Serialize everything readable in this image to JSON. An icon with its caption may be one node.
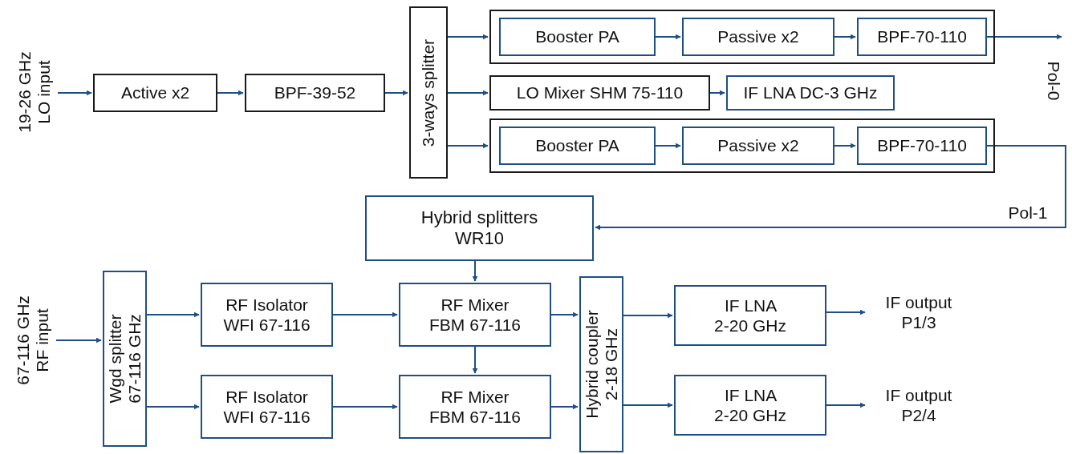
{
  "diagram": {
    "nodes": [
      {
        "text": [
          "19-26 GHz LO input"
        ]
      },
      {
        "text": [
          "Active x2"
        ]
      },
      {
        "text": [
          "BPF-39-52"
        ]
      },
      {
        "text": [
          "3-ways splitter"
        ]
      },
      {
        "text": [],
        "shape": "box"
      },
      {
        "text": [
          "Booster PA"
        ],
        "in": 4
      },
      {
        "text": [
          "Passive x2"
        ],
        "in": 4
      },
      {
        "text": [
          "BPF-70-110"
        ],
        "in": 4
      },
      {
        "text": [
          "LO Mixer SHM 75-110"
        ]
      },
      {
        "text": [
          "IF LNA DC-3 GHz"
        ]
      },
      {
        "text": [],
        "shape": "box"
      },
      {
        "text": [
          "Booster PA"
        ],
        "in": 10
      },
      {
        "text": [
          "Passive x2"
        ],
        "in": 10
      },
      {
        "text": [
          "BPF-70-110"
        ],
        "in": 10
      },
      {
        "text": [
          "Hybrid splitters WR10"
        ]
      },
      {
        "text": [
          "67-116 GHz RF input"
        ]
      },
      {
        "text": [
          "Wgd splitter 67-116 GHz"
        ]
      },
      {
        "text": [
          "RF Isolator WFI 67-116"
        ]
      },
      {
        "text": [
          "RF Isolator WFI 67-116"
        ]
      },
      {
        "text": [
          "RF Mixer FBM 67-116"
        ]
      },
      {
        "text": [
          "RF Mixer FBM 67-116"
        ]
      },
      {
        "text": [
          "Hybrid coupler 2-18 GHz"
        ]
      },
      {
        "text": [
          "IF LNA 2-20 GHz"
        ]
      },
      {
        "text": [
          "IF LNA 2-20 GHz"
        ]
      },
      {
        "text": [
          "IF output P1/3"
        ]
      },
      {
        "text": [
          "IF output P2/4"
        ]
      }
    ],
    "edges": [
      {
        "from": 0,
        "to": 1,
        "arrow": "to"
      },
      {
        "from": 1,
        "to": 2,
        "arrow": "to"
      },
      {
        "from": 2,
        "to": 3,
        "arrow": "to"
      },
      {
        "from": 3,
        "to": 4,
        "arrow": "to"
      },
      {
        "from": 5,
        "to": 6,
        "arrow": "to"
      },
      {
        "from": 6,
        "to": 7,
        "arrow": "to"
      },
      {
        "from": 7,
        "to": null,
        "arrow": "to",
        "label": "Pol-0"
      },
      {
        "from": 3,
        "to": 8,
        "arrow": "to"
      },
      {
        "from": 8,
        "to": 9,
        "arrow": "to"
      },
      {
        "from": 3,
        "to": 10,
        "arrow": "to"
      },
      {
        "from": 11,
        "to": 12,
        "arrow": "to"
      },
      {
        "from": 12,
        "to": 13,
        "arrow": "to"
      },
      {
        "from": 13,
        "to": 14,
        "arrow": "to",
        "label": "Pol-1"
      },
      {
        "from": 14,
        "to": 19,
        "arrow": "to"
      },
      {
        "from": 15,
        "to": 16,
        "arrow": "to"
      },
      {
        "from": 16,
        "to": 17,
        "arrow": "to"
      },
      {
        "from": 16,
        "to": 18,
        "arrow": "to"
      },
      {
        "from": 17,
        "to": 19,
        "arrow": "to"
      },
      {
        "from": 18,
        "to": 20,
        "arrow": "to"
      },
      {
        "from": 19,
        "to": 20,
        "arrow": "to"
      },
      {
        "from": 19,
        "to": 21,
        "arrow": "to"
      },
      {
        "from": 20,
        "to": 21,
        "arrow": "to"
      },
      {
        "from": 21,
        "to": 22,
        "arrow": "to"
      },
      {
        "from": 21,
        "to": 23,
        "arrow": "to"
      },
      {
        "from": 22,
        "to": 24,
        "arrow": "to"
      },
      {
        "from": 23,
        "to": 25,
        "arrow": "to"
      }
    ]
  }
}
